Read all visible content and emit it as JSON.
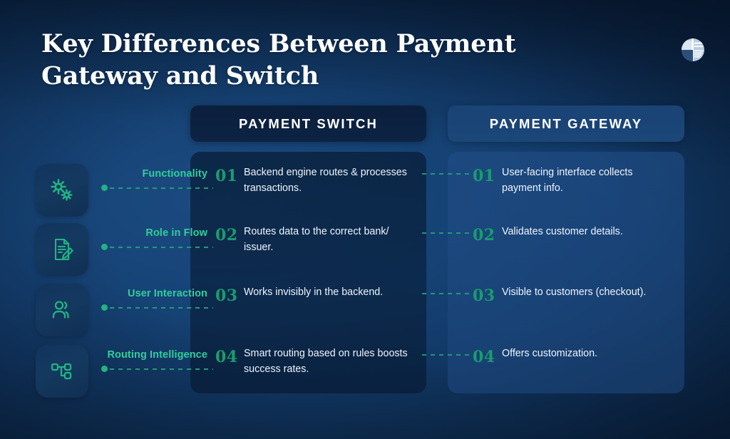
{
  "title": "Key Differences Between Payment Gateway and Switch",
  "logo": {
    "name": "brand-logo"
  },
  "colors": {
    "accent_teal": "#2ecf9c",
    "accent_green_dark": "#1a9c6e",
    "dash": "#1f9d79",
    "text_light": "#eef4fb",
    "bg_navy": "#123a68",
    "pill_switch_bg": "#0b1f3c",
    "pill_gateway_bg": "#1a4376"
  },
  "columns": {
    "left": {
      "header": "PAYMENT SWITCH"
    },
    "right": {
      "header": "PAYMENT GATEWAY"
    }
  },
  "rows": [
    {
      "icon": "gears-icon",
      "category": "Functionality",
      "left_number": "01",
      "left_text": "Backend engine  routes & processes transactions.",
      "right_number": "01",
      "right_text": "User-facing interface collects payment info."
    },
    {
      "icon": "document-pen-icon",
      "category": "Role in Flow",
      "left_number": "02",
      "left_text": "Routes data to the correct bank/ issuer.",
      "right_number": "02",
      "right_text": "Validates customer details."
    },
    {
      "icon": "users-icon",
      "category": "User Interaction",
      "left_number": "03",
      "left_text": "Works invisibly in the backend.",
      "right_number": "03",
      "right_text": "Visible to customers (checkout)."
    },
    {
      "icon": "network-nodes-icon",
      "category": "Routing Intelligence",
      "left_number": "04",
      "left_text": "Smart routing based on rules boosts success rates.",
      "right_number": "04",
      "right_text": "Offers customization."
    }
  ]
}
